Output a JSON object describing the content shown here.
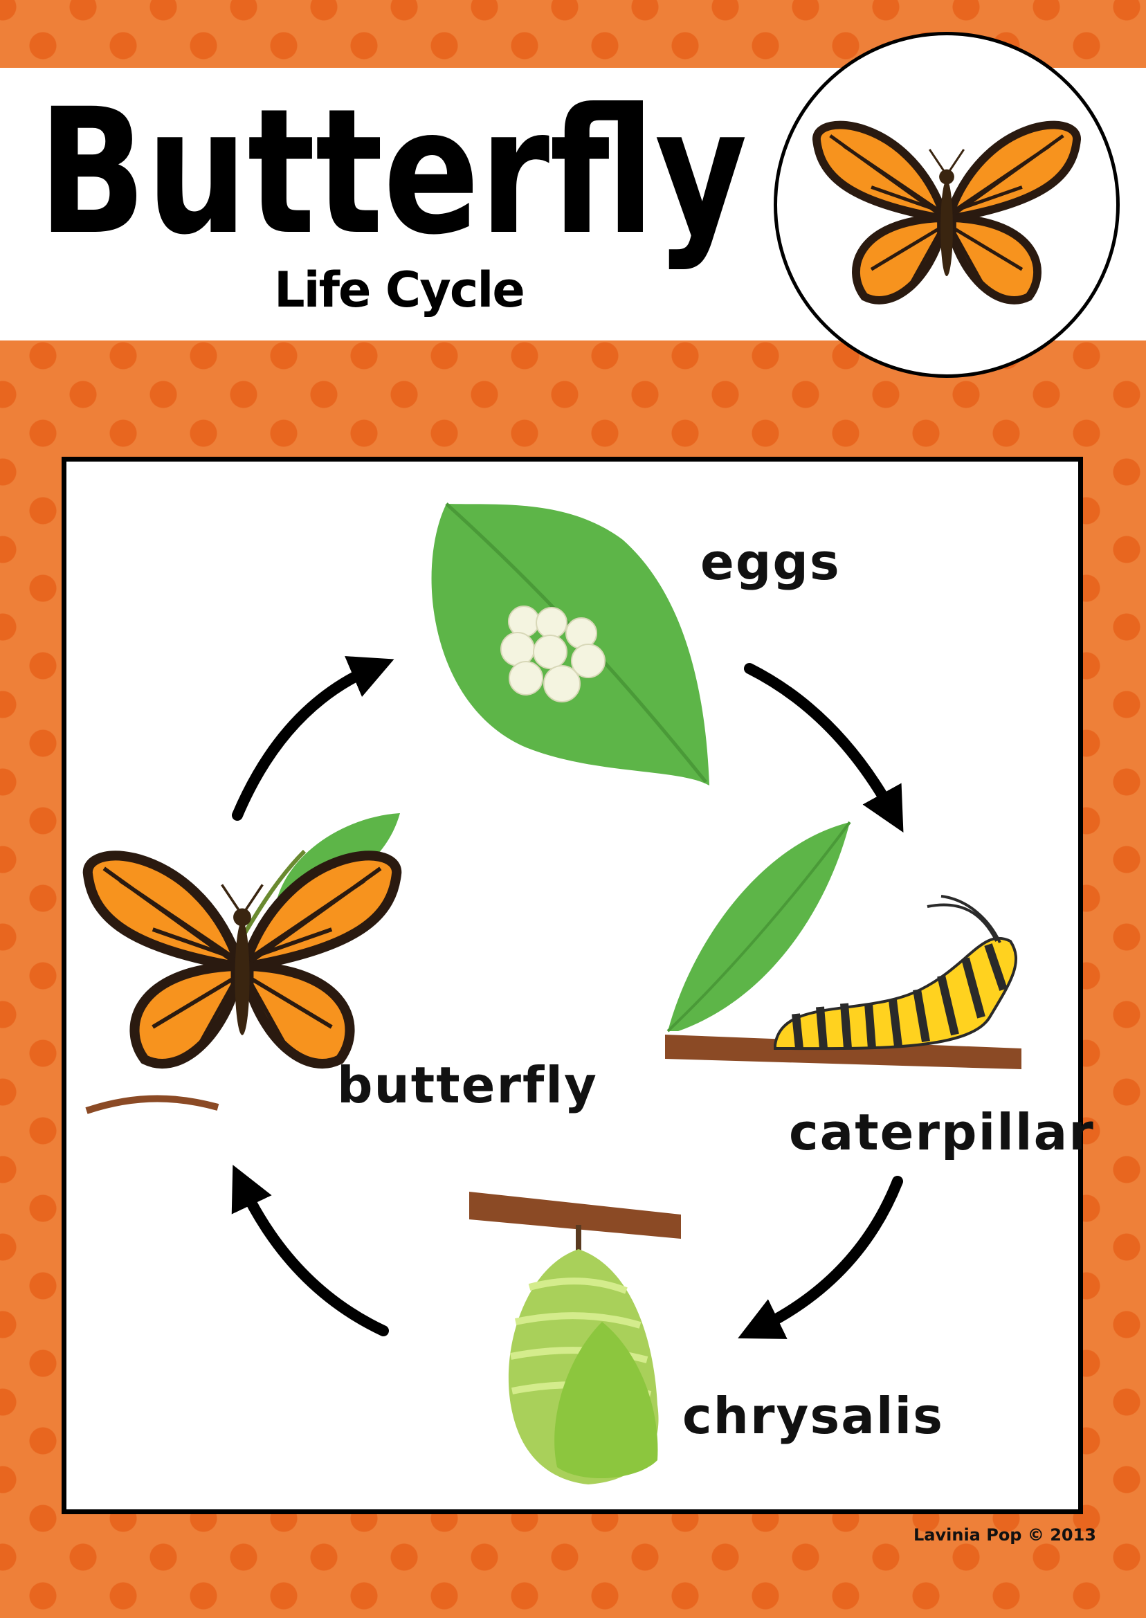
{
  "header": {
    "title": "Butterfly",
    "subtitle": "Life Cycle"
  },
  "stages": {
    "eggs": "eggs",
    "caterpillar": "caterpillar",
    "chrysalis": "chrysalis",
    "butterfly": "butterfly"
  },
  "footer": {
    "credit": "Lavinia Pop © 2013"
  },
  "colors": {
    "background": "#EE8039",
    "dots": "#E8661F",
    "leaf": "#5DB548",
    "wing": "#F7931E",
    "border": "#000000"
  }
}
